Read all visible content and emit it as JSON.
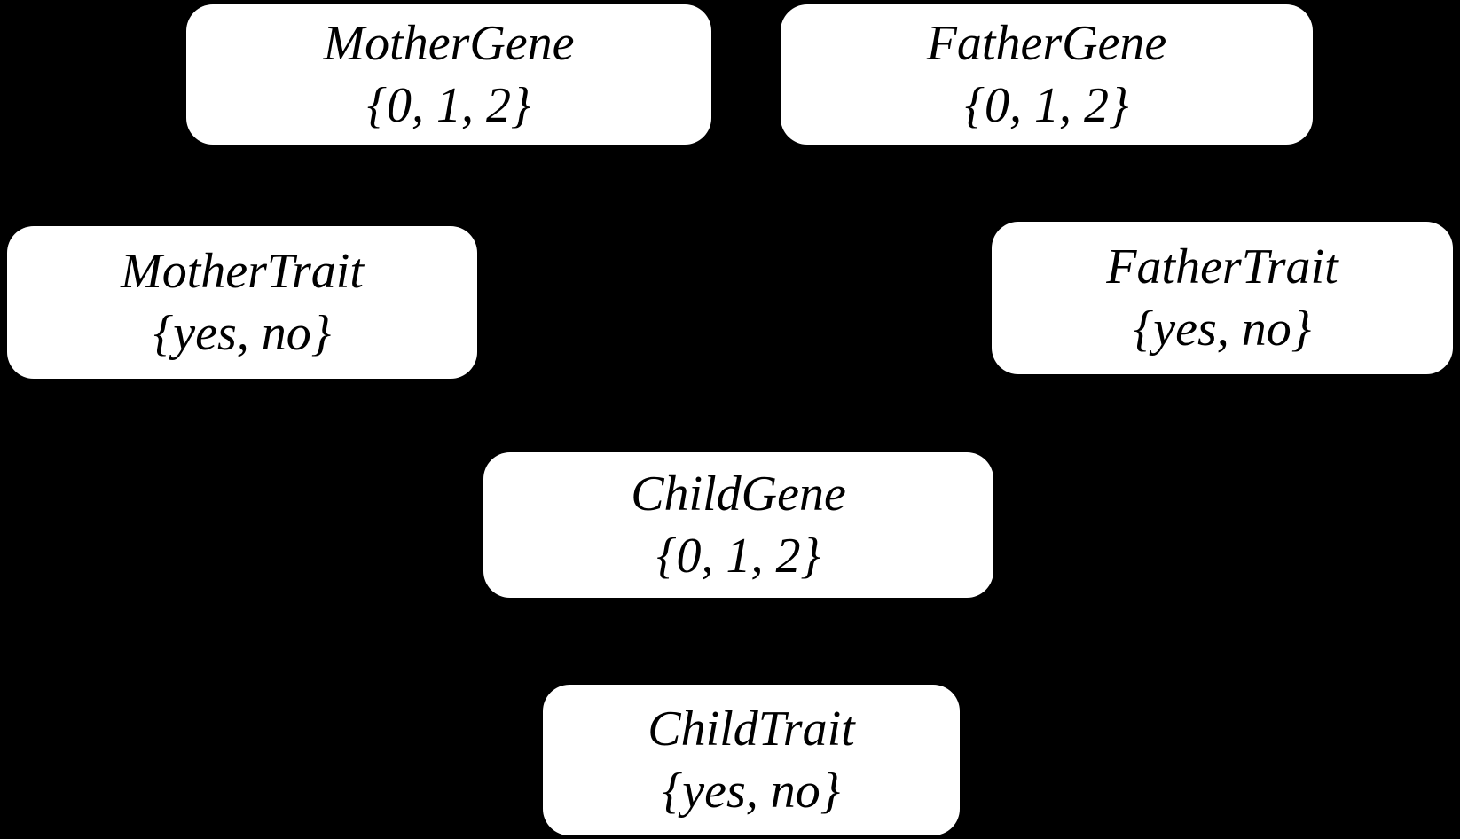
{
  "diagram": {
    "type": "bayesian-network",
    "colors": {
      "background": "#000000",
      "node_fill": "#ffffff",
      "node_text": "#000000"
    },
    "nodes": [
      {
        "id": "mother-gene",
        "name": "MotherGene",
        "domain": "{0, 1, 2}"
      },
      {
        "id": "father-gene",
        "name": "FatherGene",
        "domain": "{0, 1, 2}"
      },
      {
        "id": "mother-trait",
        "name": "MotherTrait",
        "domain": "{yes, no}"
      },
      {
        "id": "father-trait",
        "name": "FatherTrait",
        "domain": "{yes, no}"
      },
      {
        "id": "child-gene",
        "name": "ChildGene",
        "domain": "{0, 1, 2}"
      },
      {
        "id": "child-trait",
        "name": "ChildTrait",
        "domain": "{yes, no}"
      }
    ]
  }
}
